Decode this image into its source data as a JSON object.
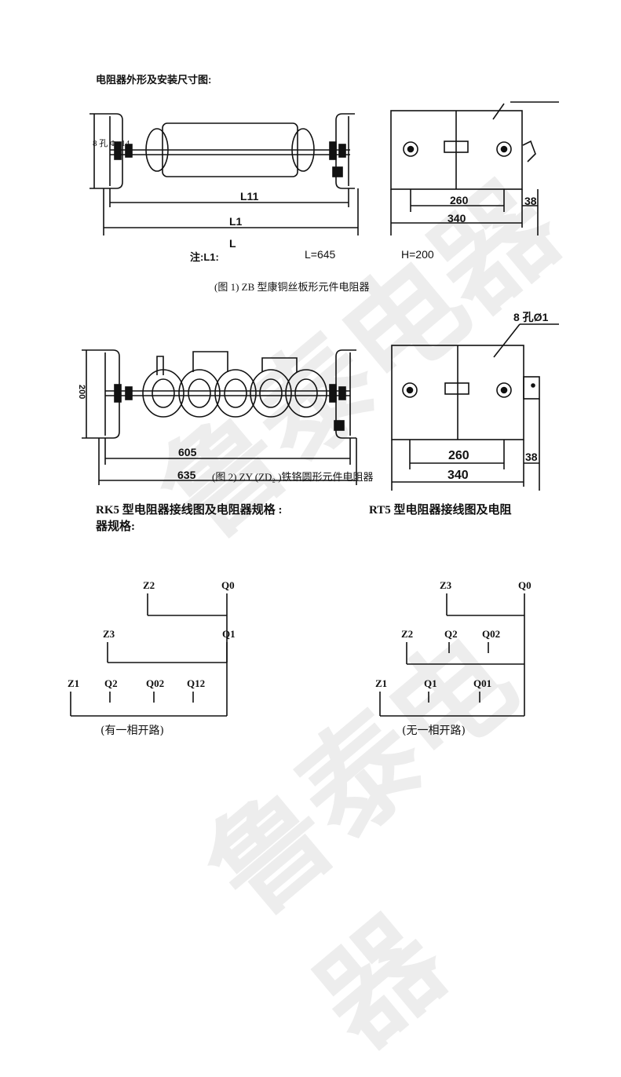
{
  "header": {
    "title": "电阻器外形及安装尺寸图:"
  },
  "figure1": {
    "hole_note": "8 孔 Φ×14",
    "dim_l11": "L11",
    "dim_l1": "L1",
    "dim_l": "L",
    "dim_260": "260",
    "dim_340": "340",
    "dim_38": "38",
    "note_prefix": "注:L1:",
    "note_l": "L=645",
    "note_h": "H=200",
    "caption": "(图 1) ZB 型康铜丝板形元件电阻器"
  },
  "figure2": {
    "hole_note": "8 孔Ø1",
    "dim_200": "200",
    "dim_605": "605",
    "dim_635": "635",
    "dim_260": "260",
    "dim_340": "340",
    "dim_38": "38",
    "caption": "(图 2) ZY (ZD₂ )铁铬圆形元件电阻器"
  },
  "sections": {
    "rk5_title_line1": "RK5 型电阻器接线图及电阻器规格 :",
    "rk5_title_line2": "器规格:",
    "rt5_title": "RT5 型电阻器接线图及电阻"
  },
  "wiring_left": {
    "row1": [
      "Z2",
      "Q0"
    ],
    "row2": [
      "Z3",
      "Q1"
    ],
    "row3": [
      "Z1",
      "Q2",
      "Q02",
      "Q12"
    ],
    "caption": "(有一相开路)"
  },
  "wiring_right": {
    "row1": [
      "Z3",
      "Q0"
    ],
    "row2": [
      "Z2",
      "Q2",
      "Q02"
    ],
    "row3": [
      "Z1",
      "Q1",
      "Q01"
    ],
    "caption": "(无一相开路)"
  },
  "watermark": {
    "text": "鲁泰电器"
  }
}
